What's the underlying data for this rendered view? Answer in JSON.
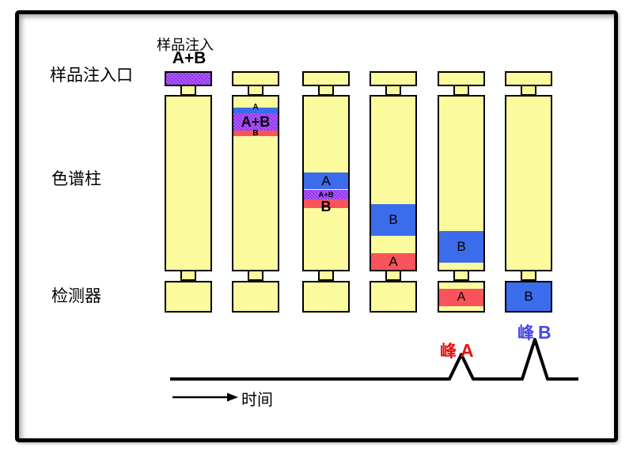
{
  "colors": {
    "column_fill": "#FBFB9E",
    "band_blue": "#3B6CEB",
    "band_red": "#F9545C",
    "band_purple": "#9B3FF5",
    "peak_a_label": "#E81010",
    "peak_b_label": "#4646E8",
    "line": "#000000"
  },
  "labels": {
    "sample_injection_title": "样品注入",
    "sample_injection_mixture": "A+B",
    "row_injection_port": "样品注入口",
    "row_column": "色谱柱",
    "row_detector": "检测器",
    "time_axis": "时间"
  },
  "stages": {
    "s2": {
      "top_band": "A",
      "middle_band": "A+B",
      "bottom_band": "B"
    },
    "s3": {
      "top_band": "A",
      "middle_band": "A+B",
      "bottom_band": "B"
    },
    "s4": {
      "upper_band": "B",
      "lower_band": "A"
    },
    "s5": {
      "column_band": "B",
      "detector_band": "A"
    },
    "s6": {
      "detector_band": "B"
    }
  },
  "chromatogram": {
    "peak_a": {
      "prefix": "峰",
      "letter": "A"
    },
    "peak_b": {
      "prefix": "峰",
      "letter": "B"
    }
  }
}
